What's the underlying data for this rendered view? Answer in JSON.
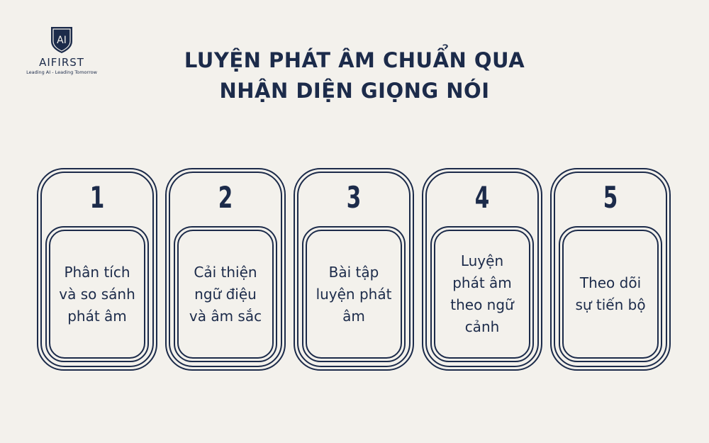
{
  "logo": {
    "shield_text": "AI",
    "name": "AIFIRST",
    "tagline": "Leading AI - Leading Tomorrow"
  },
  "title": {
    "line1": "LUYỆN PHÁT ÂM CHUẨN QUA",
    "line2": "NHẬN DIỆN GIỌNG NÓI"
  },
  "steps": [
    {
      "number": "1",
      "text": "Phân tích\nvà so sánh\nphát âm"
    },
    {
      "number": "2",
      "text": "Cải thiện\nngữ điệu\nvà âm sắc"
    },
    {
      "number": "3",
      "text": "Bài tập\nluyện phát\nâm"
    },
    {
      "number": "4",
      "text": "Luyện\nphát âm\ntheo ngữ\ncảnh"
    },
    {
      "number": "5",
      "text": "Theo dõi\nsự tiến bộ"
    }
  ],
  "colors": {
    "background": "#f3f1ec",
    "navy": "#1c2b4a"
  }
}
